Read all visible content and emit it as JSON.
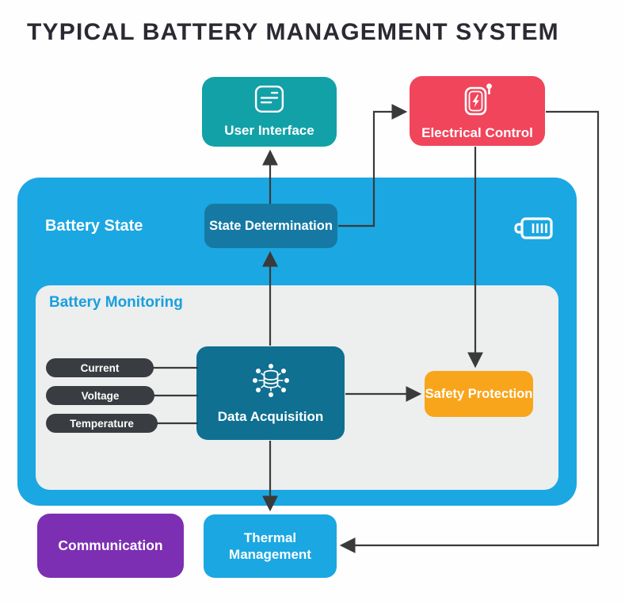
{
  "title": "TYPICAL BATTERY MANAGEMENT SYSTEM",
  "containers": {
    "battery_state": {
      "label": "Battery State",
      "color": "#1BA7E2"
    },
    "battery_monitoring": {
      "label": "Battery Monitoring",
      "color": "#EDEEEE",
      "label_color": "#17A0DC"
    }
  },
  "nodes": {
    "user_interface": {
      "label": "User Interface",
      "color": "#12A1A7",
      "icon": "interface-panel-icon"
    },
    "electrical_control": {
      "label": "Electrical Control",
      "color": "#F0455B",
      "icon": "electric-device-icon"
    },
    "state_determination": {
      "label": "State Determination",
      "color": "#1679A4"
    },
    "data_acquisition": {
      "label": "Data Acquisition",
      "color": "#0F7092",
      "icon": "database-network-icon"
    },
    "safety_protection": {
      "label": "Safety Protection",
      "color": "#F9A51B"
    },
    "communication": {
      "label": "Communication",
      "color": "#7D2FB3"
    },
    "thermal_management": {
      "label": "Thermal Management",
      "color": "#1BA7E2"
    }
  },
  "sensors": [
    "Current",
    "Voltage",
    "Temperature"
  ],
  "sensor_color": "#393D41",
  "arrow_color": "#3A3A3A",
  "edges": [
    {
      "from": "state-determination",
      "to": "user-interface",
      "arrow": true
    },
    {
      "from": "data-acquisition",
      "to": "state-determination",
      "arrow": true
    },
    {
      "from": "state-determination",
      "to": "electrical-control",
      "arrow": true
    },
    {
      "from": "electrical-control",
      "to": "safety-protection",
      "arrow": true
    },
    {
      "from": "electrical-control",
      "to": "thermal-management",
      "arrow": true
    },
    {
      "from": "data-acquisition",
      "to": "safety-protection",
      "arrow": true
    },
    {
      "from": "data-acquisition",
      "to": "thermal-management",
      "arrow": true
    },
    {
      "from": "current-sensor",
      "to": "data-acquisition",
      "arrow": false
    },
    {
      "from": "voltage-sensor",
      "to": "data-acquisition",
      "arrow": false
    },
    {
      "from": "temperature-sensor",
      "to": "data-acquisition",
      "arrow": false
    }
  ]
}
